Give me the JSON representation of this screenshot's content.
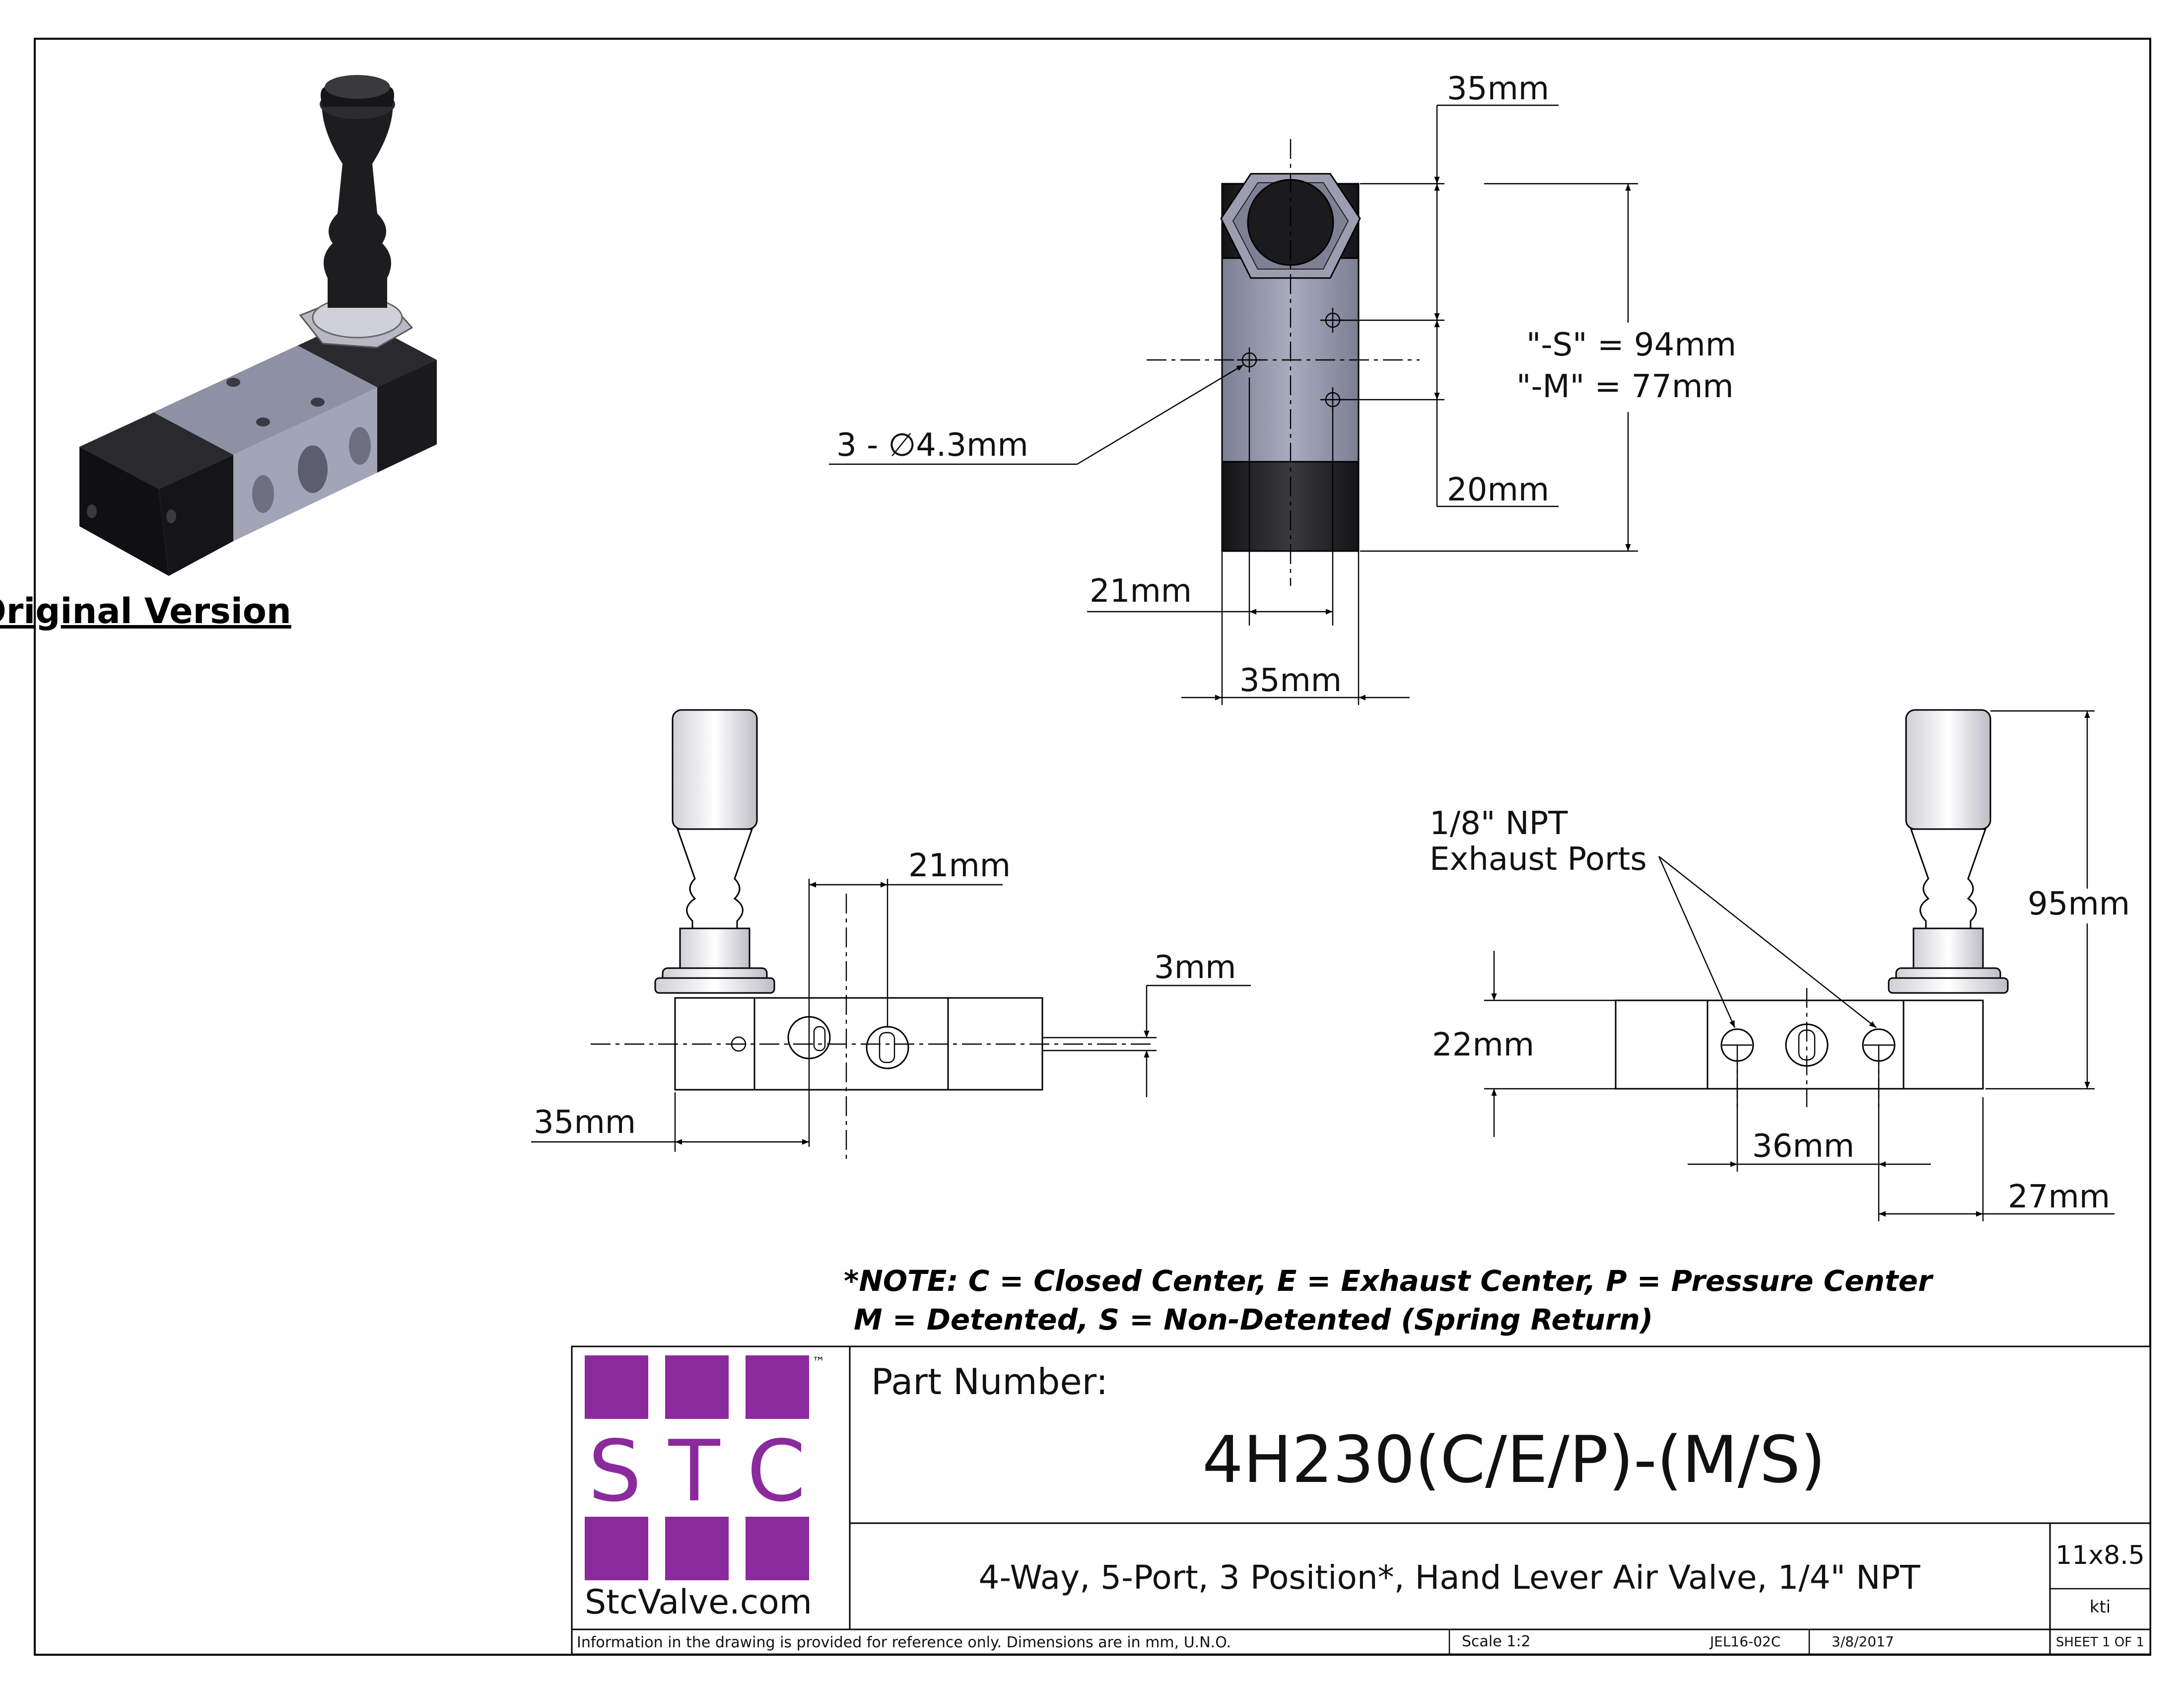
{
  "iso_view": {
    "label": "Original Version"
  },
  "top_view": {
    "dims": {
      "d35_top": "35mm",
      "d_s": "\"-S\" = 94mm",
      "d_m": "\"-M\" = 77mm",
      "d20": "20mm",
      "holes": "3 - ∅4.3mm",
      "d21": "21mm",
      "d35_bottom": "35mm"
    }
  },
  "side_view_left": {
    "dims": {
      "d21": "21mm",
      "d3": "3mm",
      "d35": "35mm"
    }
  },
  "side_view_right": {
    "dims": {
      "ports_1": "1/8\" NPT",
      "ports_2": "Exhaust Ports",
      "d95": "95mm",
      "d22": "22mm",
      "d36": "36mm",
      "d27": "27mm"
    }
  },
  "note": {
    "line1": "*NOTE: C = Closed Center, E = Exhaust Center, P = Pressure Center",
    "line2": "M = Detented, S = Non-Detented (Spring Return)"
  },
  "title_block": {
    "logo_letters": "S T C",
    "tm": "™",
    "website": "StcValve.com",
    "part_number_label": "Part Number:",
    "part_number": "4H230(C/E/P)-(M/S)",
    "description": "4-Way, 5-Port, 3 Position*, Hand Lever Air Valve, 1/4\" NPT",
    "size": "11x8.5",
    "drawn_by": "kti",
    "disclaimer": "Information in the drawing is provided for reference only. Dimensions are in mm, U.N.O.",
    "scale": "Scale   1:2",
    "drawing_no": "JEL16-02C",
    "date": "3/8/2017",
    "sheet": "SHEET 1 OF 1"
  },
  "colors": {
    "logo_purple": "#8a2a9c",
    "body_gray": "#9a9cb0",
    "cap_black": "#1f1f22"
  }
}
